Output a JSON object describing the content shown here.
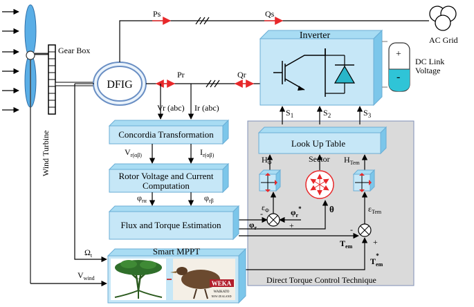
{
  "colors": {
    "box_front": "#c6e7f7",
    "box_side": "#7cc6ea",
    "box_top": "#a8dcf3",
    "box_edge": "#6aaed6",
    "dtc_panel": "#dadada",
    "arrow_red": "#e8282a",
    "wire": "#000000",
    "diode": "#29b5c9",
    "battery_fill": "#2fc4d7"
  },
  "labels": {
    "gear_box": "Gear Box",
    "wind_turbine": "Wind Turbine",
    "dfig": "DFIG",
    "ps": "Ps",
    "qs": "Qs",
    "pr": "Pr",
    "qr": "Qr",
    "ac_grid": "AC Grid",
    "inverter": "Inverter",
    "dc_link_1": "DC Link",
    "dc_link_2": "Voltage",
    "plus": "+",
    "minus": "-",
    "vr_abc": "Vr (abc)",
    "ir_abc": "Ir (abc)",
    "s1": "S",
    "s1_sub": "1",
    "s2": "S",
    "s2_sub": "2",
    "s3": "S",
    "s3_sub": "3",
    "concordia": "Concordia Transformation",
    "look_up_table": "Look Up Table",
    "v_rab": "V",
    "v_rab_sub": "r(αβ)",
    "i_rab": "I",
    "i_rab_sub": "r(αβ)",
    "rotor_comp_1": "Rotor Voltage and Current",
    "rotor_comp_2": "Computation",
    "h_phi": "H",
    "h_phi_sub": "Φ",
    "sector": "Sector",
    "h_tem": "H",
    "h_tem_sub": "Tem",
    "phi_ra": "φ",
    "phi_ra_sub": "rα",
    "phi_rb": "φ",
    "phi_rb_sub": "rβ",
    "eps_phi": "ε",
    "eps_phi_sub": "Φ",
    "eps_tem": "ε",
    "eps_tem_sub": "Tem",
    "phi_r_star": "φ",
    "phi_r_star_sub": "r",
    "phi_r_star_sup": "*",
    "theta": "θ",
    "phi_r": "φ",
    "phi_r_sub": "r",
    "flux_torque": "Flux and Torque Estimation",
    "tem": "T",
    "tem_sub": "em",
    "tem_star": "T",
    "tem_star_sub": "em",
    "tem_star_sup": "*",
    "omega_t": "Ω",
    "omega_t_sub": "t",
    "v_wind": "V",
    "v_wind_sub": "wind",
    "smart_mppt": "Smart MPPT",
    "dtc_technique": "Direct Torque Control Technique",
    "weka": "WEKA",
    "waikato": "WAIKATO",
    "nz": "NEW ZEALAND"
  }
}
